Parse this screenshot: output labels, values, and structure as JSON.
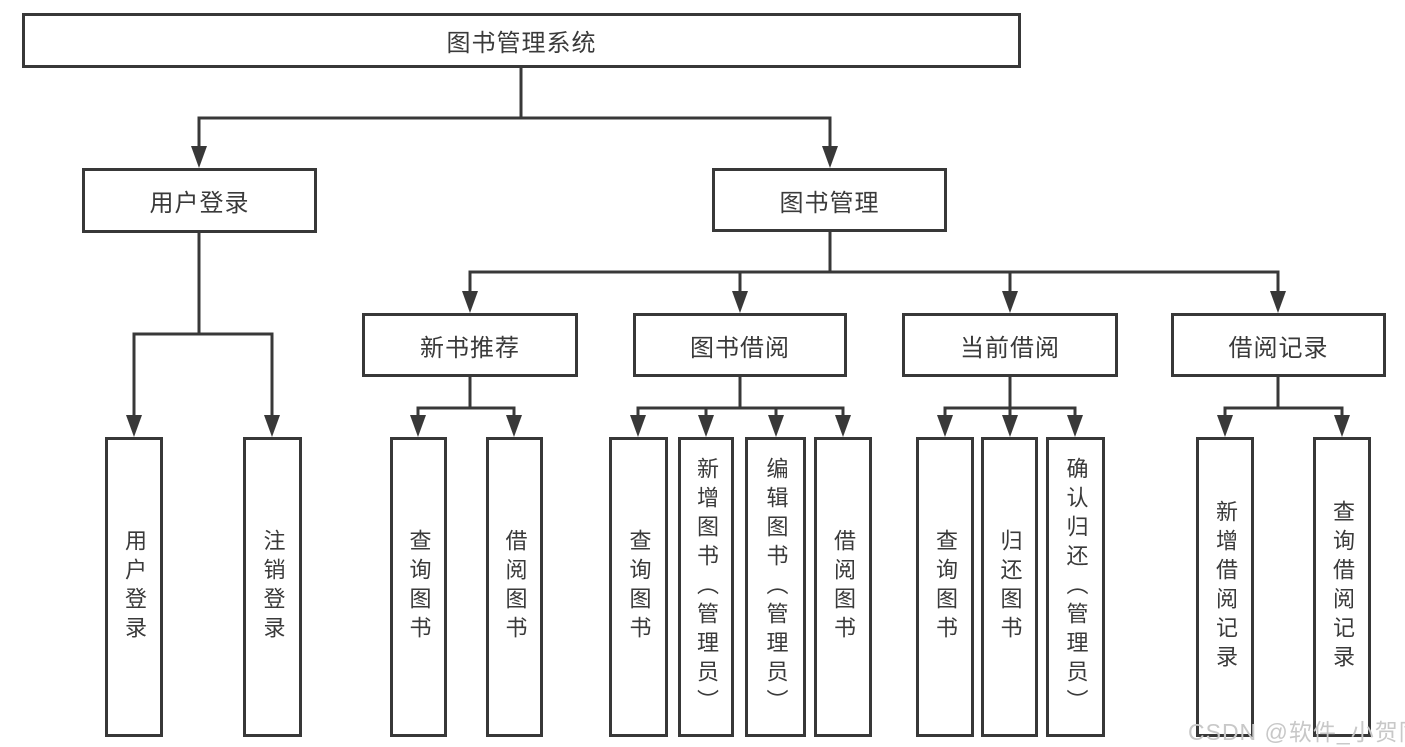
{
  "colors": {
    "line": "#383838",
    "text": "#3a3a3a",
    "box_background": "#ffffff",
    "watermark": "#c8c8c8"
  },
  "root": {
    "label": "图书管理系统"
  },
  "level2": {
    "user_login": "用户登录",
    "book_mgmt": "图书管理"
  },
  "level3": {
    "new_book_rec": "新书推荐",
    "book_borrow": "图书借阅",
    "current_borrow": "当前借阅",
    "borrow_records": "借阅记录"
  },
  "leaves": {
    "user_login": "用户登录",
    "logout": "注销登录",
    "rec_search_books": "查询图书",
    "rec_borrow_books": "借阅图书",
    "bor_search_books": "查询图书",
    "bor_add_books": "新增图书（管理员）",
    "bor_edit_books": "编辑图书（管理员）",
    "bor_borrow_books": "借阅图书",
    "cur_search_books": "查询图书",
    "cur_return_books": "归还图书",
    "cur_confirm_return": "确认归还（管理员）",
    "brec_add_record": "新增借阅记录",
    "brec_search_record": "查询借阅记录"
  },
  "watermark": "CSDN @软件_小贺同学"
}
